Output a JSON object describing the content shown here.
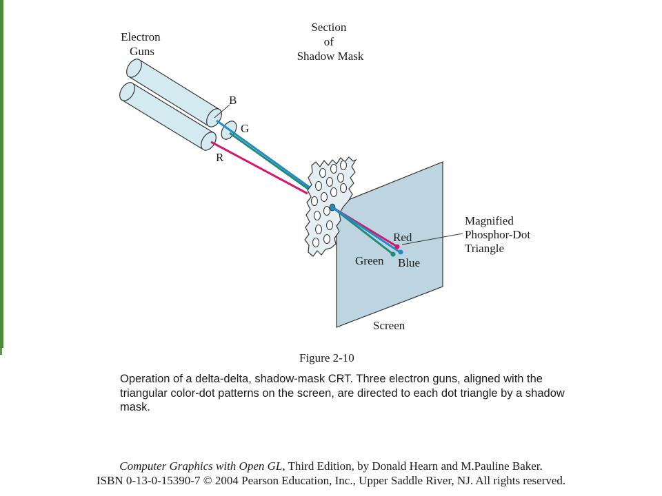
{
  "labels": {
    "electron_guns": [
      "Electron",
      "Guns"
    ],
    "shadow_mask": [
      "Section",
      "of",
      "Shadow Mask"
    ],
    "gun_b": "B",
    "gun_g": "G",
    "gun_r": "R",
    "dot_red": "Red",
    "dot_green": "Green",
    "dot_blue": "Blue",
    "phosphor_triangle": [
      "Magnified",
      "Phosphor-Dot",
      "Triangle"
    ],
    "screen": "Screen"
  },
  "beam_colors": {
    "red": "#d0186c",
    "green": "#1f8a7a",
    "blue": "#1f8cc4"
  },
  "fills": {
    "guns": "#d3eaf0",
    "screen": "#bdd5e0",
    "mask": "#e5eef2"
  },
  "figure_number": "Figure 2-10",
  "caption": "Operation of a delta-delta, shadow-mask CRT.  Three electron guns, aligned with the triangular color-dot patterns on the screen, are directed to each dot triangle by a shadow mask.",
  "credit": {
    "book_title": "Computer Graphics with Open GL",
    "book_rest": ", Third Edition, by Donald Hearn and M.Pauline Baker.",
    "isbn_line": "ISBN 0-13-0-15390-7 © 2004 Pearson Education, Inc., Upper Saddle River, NJ. All rights reserved."
  }
}
